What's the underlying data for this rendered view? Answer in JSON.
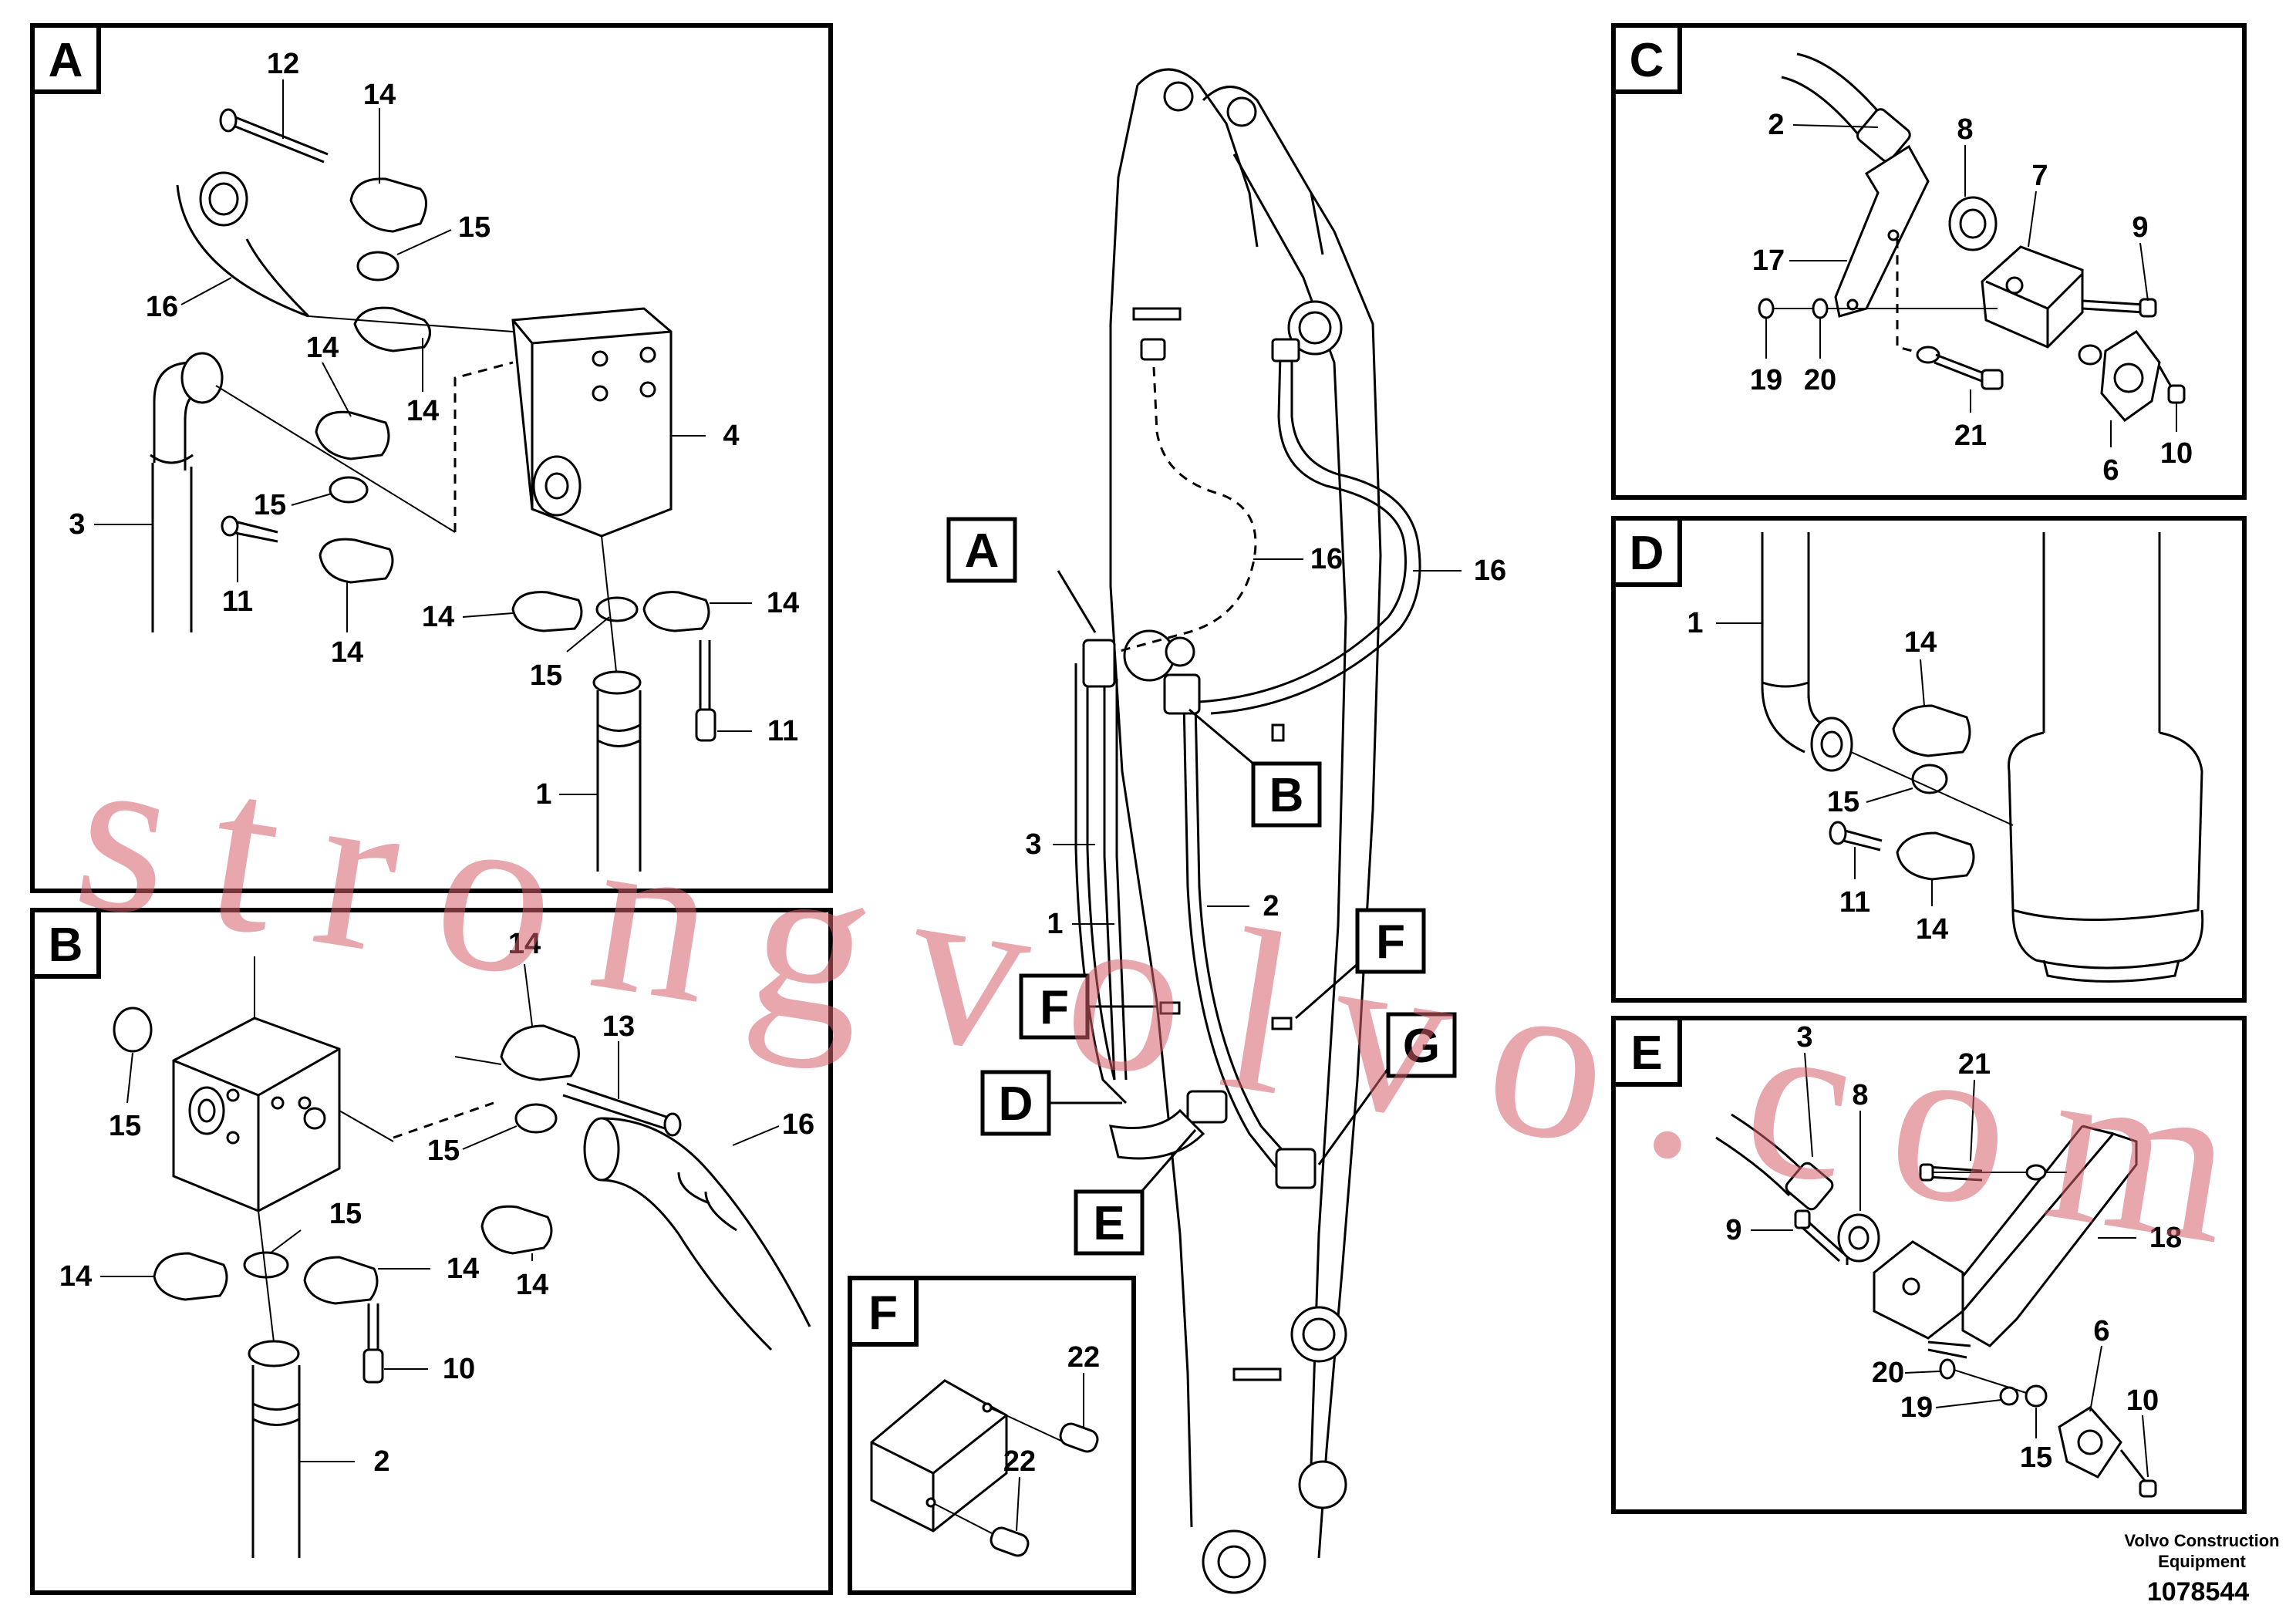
{
  "panels": {
    "A": {
      "letter": "A"
    },
    "B": {
      "letter": "B"
    },
    "C": {
      "letter": "C"
    },
    "D": {
      "letter": "D"
    },
    "E": {
      "letter": "E"
    },
    "F": {
      "letter": "F"
    }
  },
  "main_callouts": {
    "A": "A",
    "B": "B",
    "D": "D",
    "E": "E",
    "F_left": "F",
    "F_right": "F",
    "G": "G",
    "n3": "3",
    "n1": "1",
    "n2": "2",
    "n16a": "16",
    "n16b": "16"
  },
  "labels_a": {
    "l12": "12",
    "l14a": "14",
    "l15a": "15",
    "l16": "16",
    "l14b": "14",
    "l14c": "14",
    "l4": "4",
    "l3": "3",
    "l15b": "15",
    "l11a": "11",
    "l14d": "14",
    "l14e": "14",
    "l14f": "14",
    "l15c": "15",
    "l11b": "11",
    "l1": "1"
  },
  "labels_b": {
    "l14a": "14",
    "l13": "13",
    "l15a": "15",
    "l15b": "15",
    "l16": "16",
    "l15c": "15",
    "l14b": "14",
    "l14c": "14",
    "l14d": "14",
    "l10": "10",
    "l2": "2"
  },
  "labels_c": {
    "l2": "2",
    "l8": "8",
    "l7": "7",
    "l9": "9",
    "l17": "17",
    "l19": "19",
    "l20": "20",
    "l21": "21",
    "l6": "6",
    "l10": "10"
  },
  "labels_d": {
    "l1": "1",
    "l14a": "14",
    "l15": "15",
    "l11": "11",
    "l14b": "14"
  },
  "labels_e": {
    "l3": "3",
    "l21": "21",
    "l8": "8",
    "l9": "9",
    "l18": "18",
    "l20": "20",
    "l19": "19",
    "l6": "6",
    "l10": "10",
    "l15": "15"
  },
  "labels_f": {
    "l22a": "22",
    "l22b": "22"
  },
  "watermark": "strongvolvo.com",
  "footer": {
    "line1": "Volvo Construction",
    "line2": "Equipment",
    "doc_number": "1078544"
  }
}
